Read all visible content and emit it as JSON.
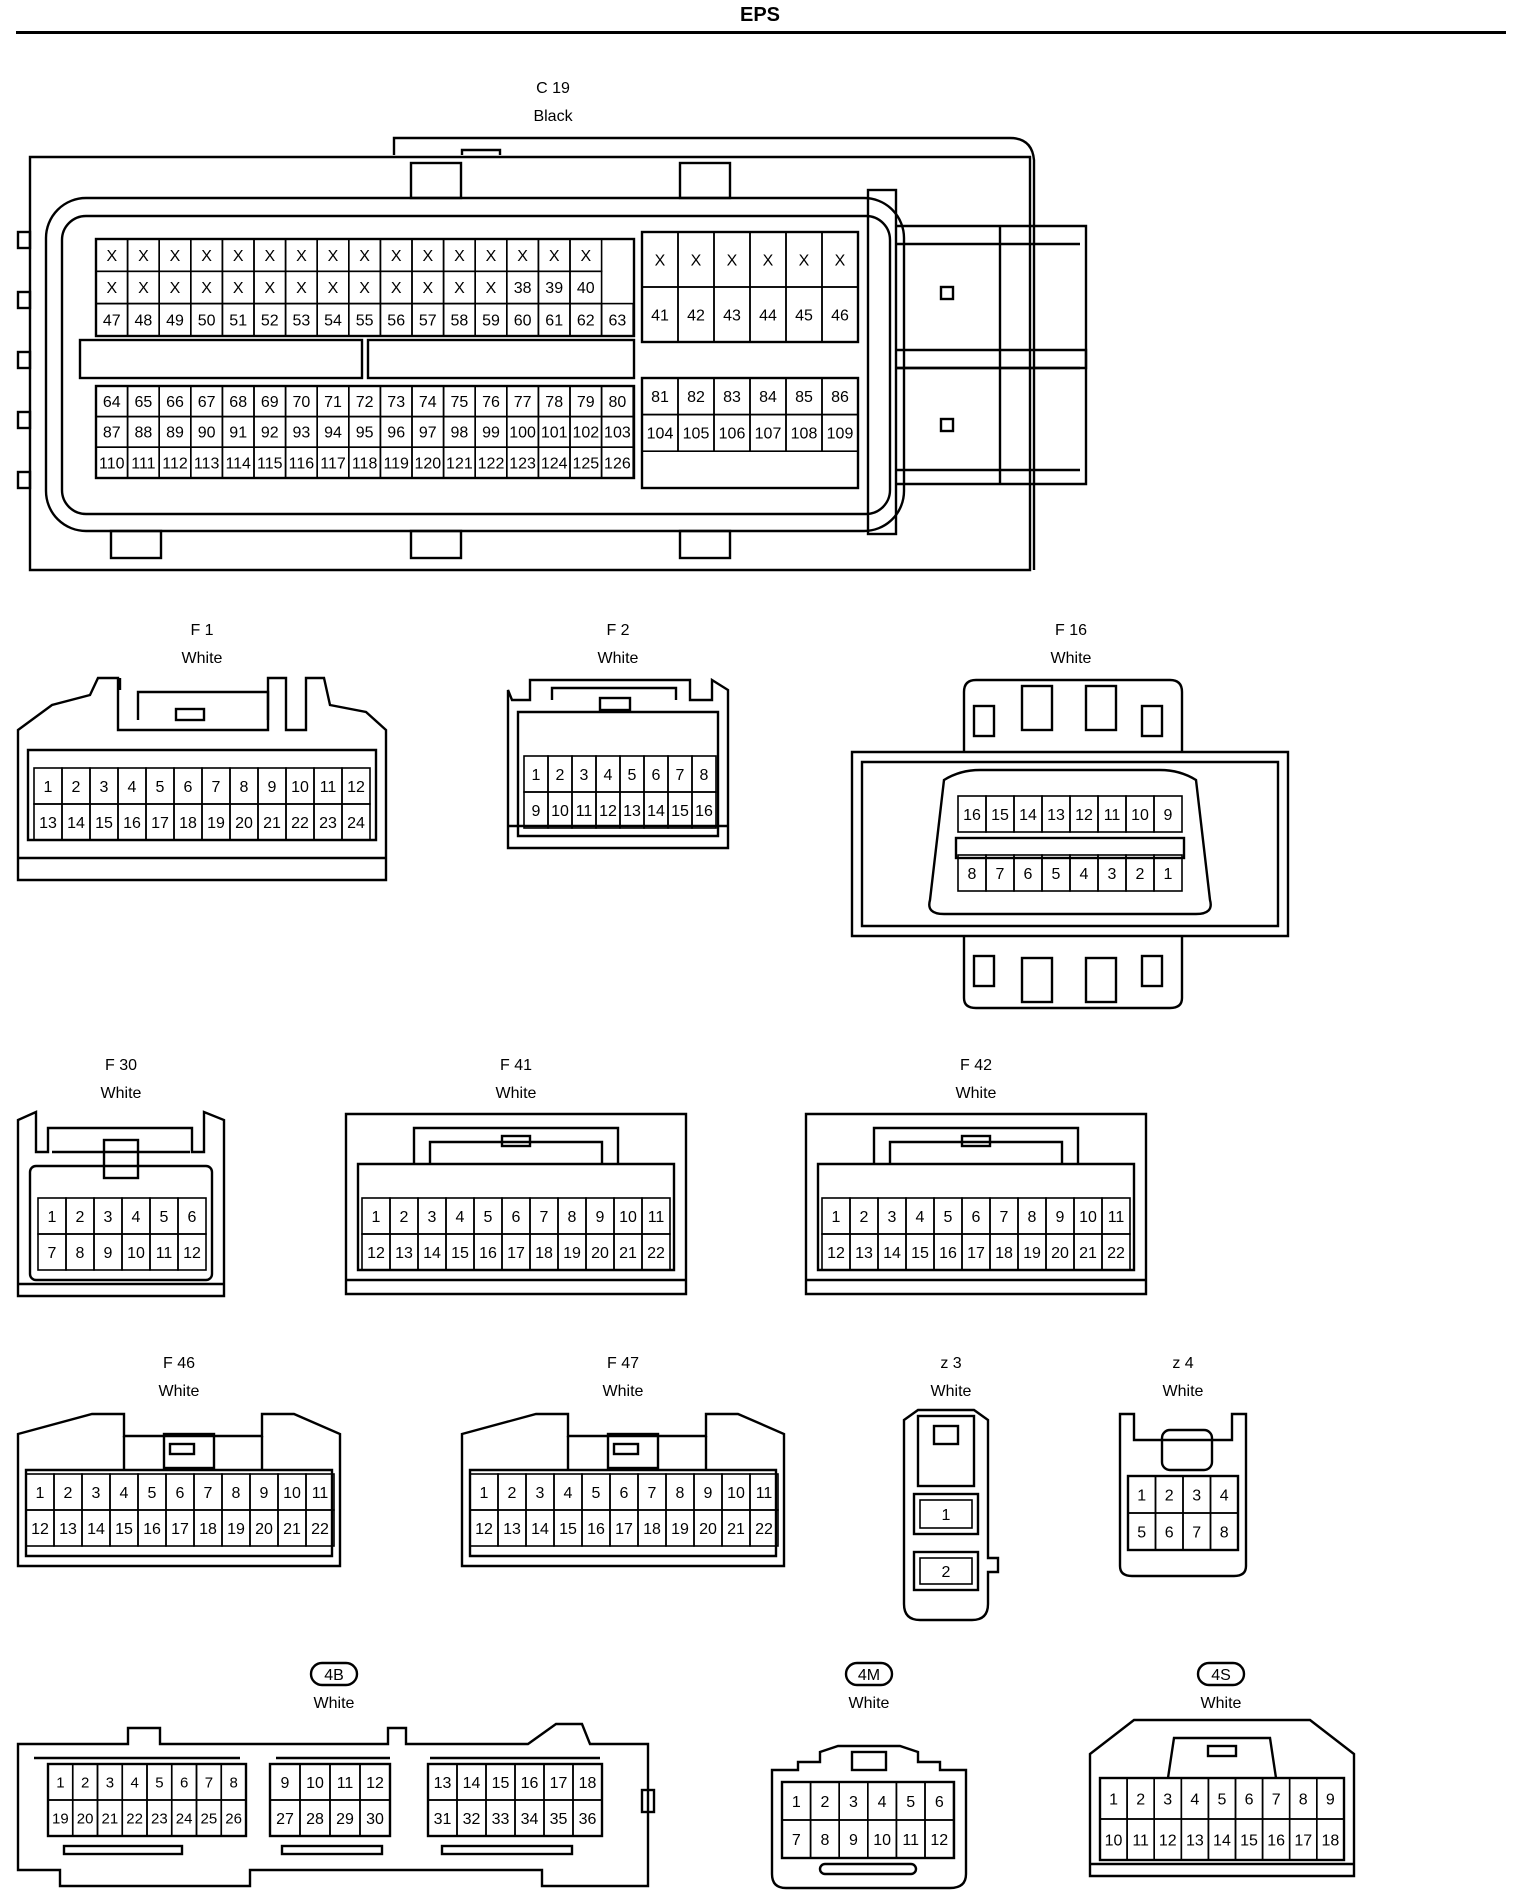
{
  "page": {
    "title": "EPS"
  },
  "connectors": [
    {
      "id": "C 19",
      "color": "Black",
      "pin_count": 126,
      "pin_rows": [
        [
          "X",
          "X",
          "X",
          "X",
          "X",
          "X",
          "X",
          "X",
          "X",
          "X",
          "X",
          "X",
          "X",
          "X",
          "X",
          "X"
        ],
        [
          "X",
          "X",
          "X",
          "X",
          "X",
          "X",
          "X",
          "X",
          "X",
          "X",
          "X",
          "X",
          "X",
          "38",
          "39",
          "40"
        ],
        [
          "47",
          "48",
          "49",
          "50",
          "51",
          "52",
          "53",
          "54",
          "55",
          "56",
          "57",
          "58",
          "59",
          "60",
          "61",
          "62",
          "63"
        ],
        [
          "64",
          "65",
          "66",
          "67",
          "68",
          "69",
          "70",
          "71",
          "72",
          "73",
          "74",
          "75",
          "76",
          "77",
          "78",
          "79",
          "80"
        ],
        [
          "87",
          "88",
          "89",
          "90",
          "91",
          "92",
          "93",
          "94",
          "95",
          "96",
          "97",
          "98",
          "99",
          "100",
          "101",
          "102",
          "103"
        ],
        [
          "110",
          "111",
          "112",
          "113",
          "114",
          "115",
          "116",
          "117",
          "118",
          "119",
          "120",
          "121",
          "122",
          "123",
          "124",
          "125",
          "126"
        ],
        [
          "X",
          "X",
          "X",
          "X",
          "X",
          "X"
        ],
        [
          "41",
          "42",
          "43",
          "44",
          "45",
          "46"
        ],
        [
          "81",
          "82",
          "83",
          "84",
          "85",
          "86"
        ],
        [
          "104",
          "105",
          "106",
          "107",
          "108",
          "109"
        ]
      ]
    },
    {
      "id": "F 1",
      "color": "White",
      "pin_count": 24
    },
    {
      "id": "F 2",
      "color": "White",
      "pin_count": 16
    },
    {
      "id": "F 16",
      "color": "White",
      "pin_count": 16,
      "pin_rows": [
        [
          "16",
          "15",
          "14",
          "13",
          "12",
          "11",
          "10",
          "9"
        ],
        [
          "8",
          "7",
          "6",
          "5",
          "4",
          "3",
          "2",
          "1"
        ]
      ]
    },
    {
      "id": "F 30",
      "color": "White",
      "pin_count": 12
    },
    {
      "id": "F 41",
      "color": "White",
      "pin_count": 22
    },
    {
      "id": "F 42",
      "color": "White",
      "pin_count": 22
    },
    {
      "id": "F 46",
      "color": "White",
      "pin_count": 22
    },
    {
      "id": "F 47",
      "color": "White",
      "pin_count": 22
    },
    {
      "id": "z 3",
      "color": "White",
      "pin_count": 2
    },
    {
      "id": "z 4",
      "color": "White",
      "pin_count": 8
    },
    {
      "id": "4B",
      "color": "White",
      "pin_count": 36,
      "badge": true
    },
    {
      "id": "4M",
      "color": "White",
      "pin_count": 12,
      "badge": true
    },
    {
      "id": "4S",
      "color": "White",
      "pin_count": 18,
      "badge": true
    }
  ]
}
